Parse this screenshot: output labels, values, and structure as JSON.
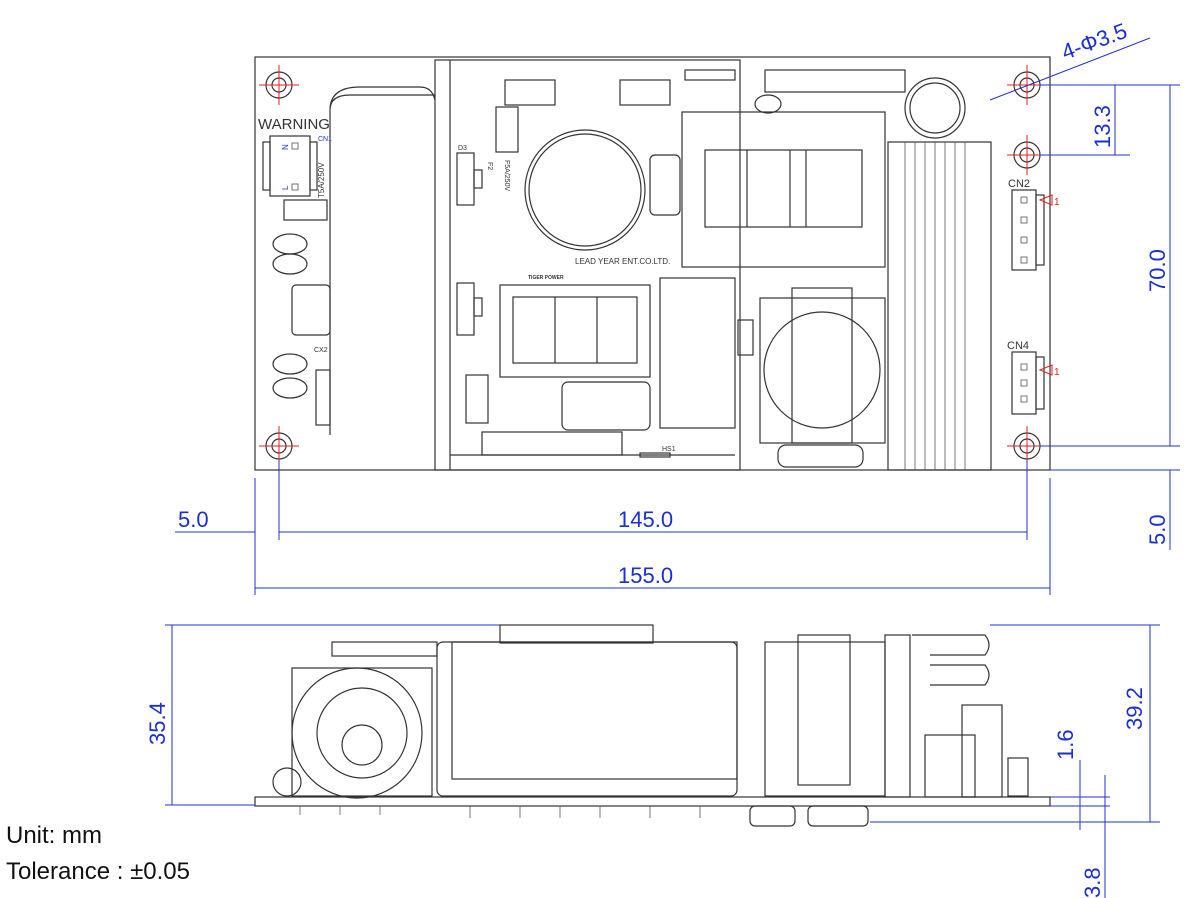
{
  "top_view": {
    "warning": "WARNING",
    "cn1": "CN1",
    "n": "N",
    "l": "L",
    "fuse1": "T5A/250V",
    "d3": "D3",
    "f2": "F2",
    "fuse2": "F5A/250V",
    "maker": "LEAD YEAR ENT.CO.LTD.",
    "logo": "TIGER POWER",
    "cx2": "CX2",
    "hs1": "HS1",
    "cn2": "CN2",
    "cn4": "CN4",
    "pin1_cn2": "1",
    "pin1_cn4": "1"
  },
  "dimensions": {
    "holes": "4-Φ3.5",
    "hole_spacing_top": "13.3",
    "hole_spacing_vertical": "70.0",
    "edge_offset_right": "5.0",
    "edge_offset_left": "5.0",
    "hole_spacing_horizontal": "145.0",
    "board_length": "155.0",
    "height_left": "35.4",
    "height_total": "39.2",
    "pcb_thickness": "1.6",
    "lead_length": "3.8"
  },
  "notes": {
    "unit": "Unit: mm",
    "tolerance": "Tolerance : ±0.05"
  },
  "colors": {
    "dimension": "#1a2fd0",
    "centerline": "#e02020",
    "outline": "#333333"
  }
}
